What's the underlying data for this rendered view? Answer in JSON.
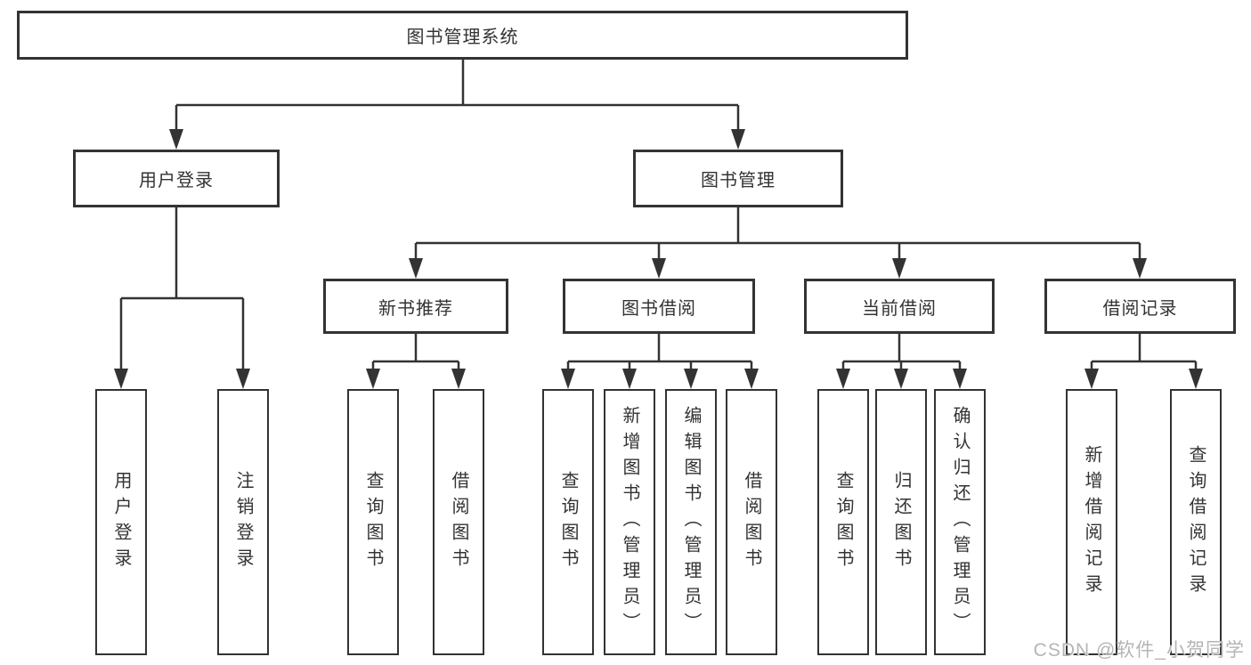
{
  "diagram": {
    "title_node": {
      "label": "图书管理系统"
    },
    "level2": [
      {
        "label": "用户登录"
      },
      {
        "label": "图书管理"
      }
    ],
    "level3": [
      {
        "label": "新书推荐"
      },
      {
        "label": "图书借阅"
      },
      {
        "label": "当前借阅"
      },
      {
        "label": "借阅记录"
      }
    ],
    "leaves": [
      {
        "label": "用户登录",
        "parent": "用户登录"
      },
      {
        "label": "注销登录",
        "parent": "用户登录"
      },
      {
        "label": "查询图书",
        "parent": "新书推荐"
      },
      {
        "label": "借阅图书",
        "parent": "新书推荐"
      },
      {
        "label": "查询图书",
        "parent": "图书借阅"
      },
      {
        "label": "新增图书（管理员）",
        "parent": "图书借阅"
      },
      {
        "label": "编辑图书（管理员）",
        "parent": "图书借阅"
      },
      {
        "label": "借阅图书",
        "parent": "图书借阅"
      },
      {
        "label": "查询图书",
        "parent": "当前借阅"
      },
      {
        "label": "归还图书",
        "parent": "当前借阅"
      },
      {
        "label": "确认归还（管理员）",
        "parent": "当前借阅"
      },
      {
        "label": "新增借阅记录",
        "parent": "借阅记录"
      },
      {
        "label": "查询借阅记录",
        "parent": "借阅记录"
      }
    ]
  },
  "watermark": {
    "text": "CSDN @软件_小贺同学"
  },
  "colors": {
    "line": "#333333",
    "box_border": "#333333",
    "box_fill": "#ffffff",
    "text": "#333333",
    "watermark": "#b5b5b5"
  }
}
